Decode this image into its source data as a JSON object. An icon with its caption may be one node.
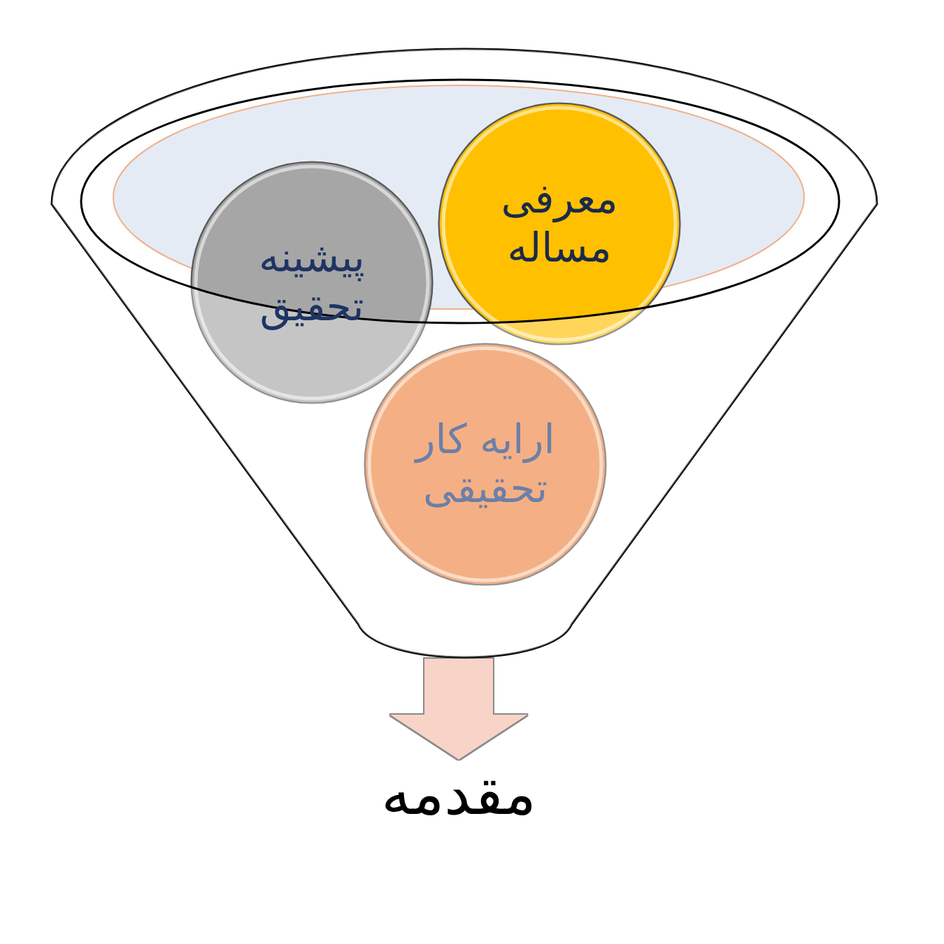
{
  "diagram": {
    "nodes": [
      {
        "text": [],
        "shape": "funnel"
      },
      {
        "text": [
          "معرفی مساله"
        ],
        "in": 0
      },
      {
        "text": [
          "پیشینه تحقیق"
        ],
        "in": 0
      },
      {
        "text": [
          "ارایه کار تحقیقی"
        ],
        "in": 0
      },
      {
        "text": [
          "مقدمه"
        ]
      }
    ],
    "edges": [
      {
        "from": 0,
        "to": 4,
        "arrow": "to",
        "color": "#f8d3c8"
      }
    ]
  }
}
